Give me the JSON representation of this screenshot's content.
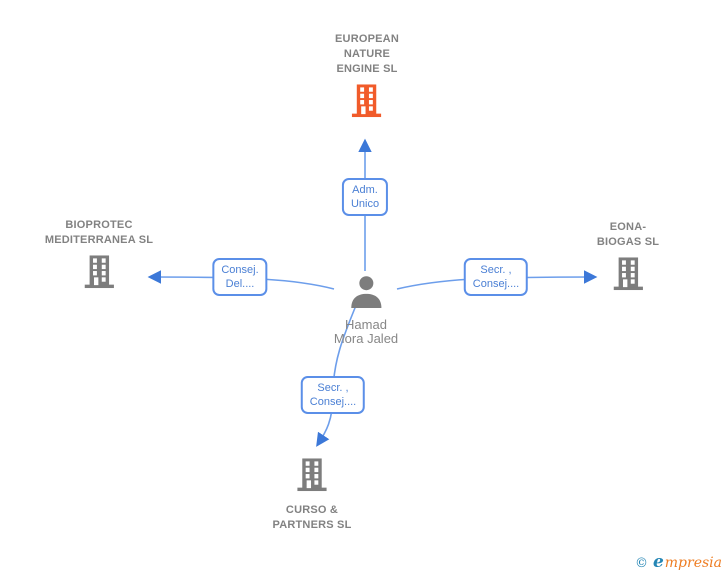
{
  "diagram": {
    "type": "corporate-relationship-graph",
    "person": {
      "name": "Hamad Mora Jaled",
      "name_line1": "Hamad",
      "name_line2": "Mora Jaled"
    },
    "companies": [
      {
        "id": "top",
        "name": "EUROPEAN NATURE ENGINE SL",
        "lines": [
          "EUROPEAN",
          "NATURE",
          "ENGINE SL"
        ],
        "highlighted": true
      },
      {
        "id": "left",
        "name": "BIOPROTEC MEDITERRANEA SL",
        "lines": [
          "BIOPROTEC",
          "MEDITERRANEA SL"
        ],
        "highlighted": false
      },
      {
        "id": "right",
        "name": "EONA-BIOGAS SL",
        "lines": [
          "EONA-",
          "BIOGAS SL"
        ],
        "highlighted": false
      },
      {
        "id": "bottom",
        "name": "CURSO & PARTNERS SL",
        "lines": [
          "CURSO &",
          "PARTNERS SL"
        ],
        "highlighted": false
      }
    ],
    "edges": [
      {
        "id": "top",
        "target": "EUROPEAN NATURE ENGINE SL",
        "label_line1": "Adm.",
        "label_line2": "Unico"
      },
      {
        "id": "left",
        "target": "BIOPROTEC MEDITERRANEA SL",
        "label_line1": "Consej.",
        "label_line2": "Del...."
      },
      {
        "id": "right",
        "target": "EONA-BIOGAS SL",
        "label_line1": "Secr. ,",
        "label_line2": "Consej...."
      },
      {
        "id": "bottom",
        "target": "CURSO & PARTNERS SL",
        "label_line1": "Secr. ,",
        "label_line2": "Consej...."
      }
    ]
  },
  "watermark": {
    "copyright": "©",
    "brand_first_letter": "e",
    "brand_rest": "mpresia",
    "brand": "empresia"
  },
  "colors": {
    "background": "#ffffff",
    "line_blue": "#6d9eeb",
    "arrow_blue": "#3c78d8",
    "label_border_blue": "#5b8fe8",
    "label_text_blue": "#4a7fd4",
    "node_gray": "#7d7d7d",
    "text_gray": "#828282",
    "highlight_orange": "#f15b2a",
    "logo_blue": "#2586b5",
    "logo_orange": "#ee7d23"
  }
}
